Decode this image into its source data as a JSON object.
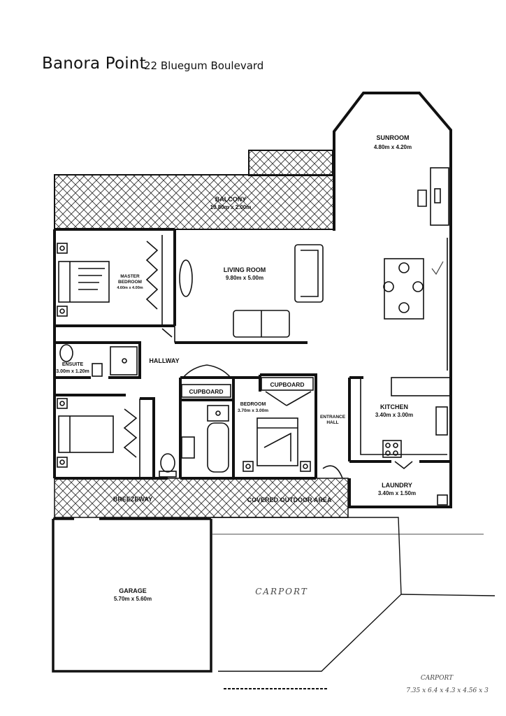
{
  "header": {
    "title": "Banora Point",
    "address": "22 Bluegum Boulevard"
  },
  "rooms": {
    "sunroom": {
      "name": "SUNROOM",
      "size": "4.80m x 4.20m"
    },
    "balcony": {
      "name": "BALCONY",
      "size": "10.80m x 2.00m"
    },
    "master": {
      "name1": "MASTER",
      "name2": "BEDROOM",
      "size": "4.60m x 4.00m"
    },
    "living": {
      "name": "LIVING ROOM",
      "size": "9.80m x 5.00m"
    },
    "ensuite": {
      "name": "ENSUITE",
      "size": "3.00m x 1.20m"
    },
    "hallway": {
      "name": "HALLWAY"
    },
    "cupboard1": {
      "name": "CUPBOARD"
    },
    "cupboard2": {
      "name": "CUPBOARD"
    },
    "bedroom": {
      "name": "BEDROOM",
      "size": "3.70m x 3.00m"
    },
    "entrance": {
      "name1": "ENTRANCE",
      "name2": "HALL"
    },
    "kitchen": {
      "name": "KITCHEN",
      "size": "3.40m x 3.00m"
    },
    "laundry": {
      "name": "LAUNDRY",
      "size": "3.40m x 1.50m"
    },
    "breezeway": {
      "name": "BREEZEWAY"
    },
    "covered": {
      "name": "COVERED OUTDOOR AREA"
    },
    "garage": {
      "name": "GARAGE",
      "size": "5.70m x 5.60m"
    },
    "carport": {
      "name": "CARPORT"
    }
  },
  "annotations": {
    "carport_note": "CARPORT",
    "carport_dims": "7.35 x 6.4 x 4.3 x 4.56 x 3"
  },
  "colors": {
    "ink": "#111111",
    "paper": "#ffffff",
    "hatch": "#333333"
  }
}
